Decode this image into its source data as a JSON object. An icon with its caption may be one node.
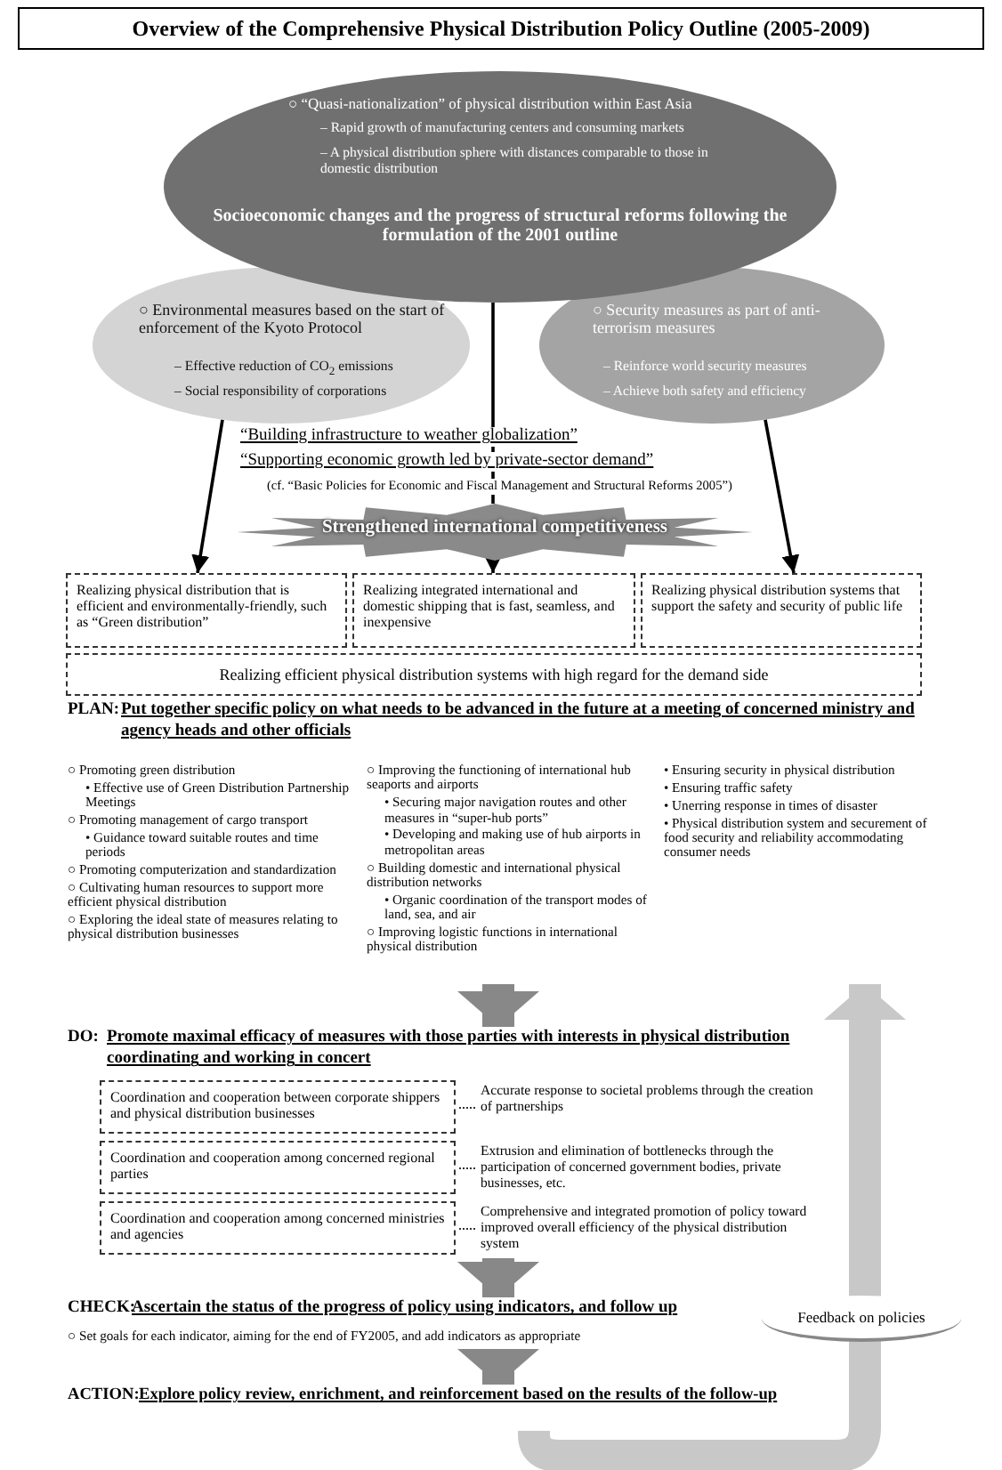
{
  "diagram": {
    "title": "Overview of the Comprehensive Physical Distribution Policy Outline (2005-2009)",
    "nodes": [
      {
        "text": [
          "○ “Quasi-nationalization” of physical distribution within East Asia",
          "– Rapid growth of manufacturing centers and consuming markets",
          "– A physical distribution sphere with distances comparable to those in domestic distribution",
          "Socioeconomic changes and the progress of structural reforms following the formulation of the 2001 outline"
        ]
      },
      {
        "text": [
          "○ Environmental measures based on the start of enforcement of the Kyoto Protocol",
          "– Effective reduction of CO$_{2}$ emissions",
          "– Social responsibility of corporations"
        ]
      },
      {
        "text": [
          "○ Security measures as part of anti-terrorism measures",
          "– Reinforce world security measures",
          "– Achieve both safety and efficiency"
        ]
      },
      {
        "text": [
          "Strengthened international competitiveness"
        ]
      },
      {
        "text": [
          "Realizing physical distribution that is efficient and environmentally-friendly, such as “Green distribution”"
        ]
      },
      {
        "text": [
          "Realizing integrated international and domestic shipping that is fast, seamless, and inexpensive"
        ]
      },
      {
        "text": [
          "Realizing physical distribution systems that support the safety and security of public life"
        ]
      },
      {
        "text": [
          "Realizing efficient physical distribution systems with high regard for the demand side"
        ]
      },
      {
        "text": [
          "PLAN:",
          "Put together specific policy on what needs to be advanced in the future at a meeting of concerned ministry and agency heads and other officials",
          "○ Promoting green distribution",
          "• Effective use of Green Distribution Partnership Meetings",
          "○ Promoting management of cargo transport",
          "• Guidance toward suitable routes and time periods",
          "○ Promoting computerization and standardization",
          "○ Cultivating human resources to support more efficient physical distribution",
          "○ Exploring the ideal state of measures relating to physical distribution businesses",
          "○ Improving the functioning of international hub seaports and airports",
          "• Securing major navigation routes and other measures in “super-hub ports”",
          "• Developing and making use of hub airports in metropolitan areas",
          "○ Building domestic and international physical distribution networks",
          "• Organic coordination of the transport modes of land, sea, and air",
          "○ Improving logistic functions in international physical distribution",
          "• Ensuring security in physical distribution",
          "• Ensuring traffic safety",
          "• Unerring response in times of disaster",
          "• Physical distribution system and securement of food security and reliability accommodating consumer needs"
        ]
      },
      {
        "text": [
          "DO:",
          "Promote maximal efficacy of measures with those parties with interests in physical distribution coordinating and working in concert"
        ]
      },
      {
        "text": [
          "Coordination and cooperation between corporate shippers and physical distribution businesses"
        ],
        "in": 9,
        "beside": [
          "Accurate response to societal problems through the creation of partnerships"
        ]
      },
      {
        "text": [
          "Coordination and cooperation among concerned regional parties"
        ],
        "in": 9,
        "beside": [
          "Extrusion and elimination of bottlenecks through the participation of concerned government bodies, private businesses, etc."
        ]
      },
      {
        "text": [
          "Coordination and cooperation among concerned ministries and agencies"
        ],
        "in": 9,
        "beside": [
          "Comprehensive and integrated promotion of policy toward improved overall efficiency of the physical distribution system"
        ]
      },
      {
        "text": [
          "CHECK:",
          "Ascertain the status of the progress of policy using indicators, and follow up",
          "○ Set goals for each indicator, aiming for the end of FY2005, and add indicators as appropriate"
        ]
      },
      {
        "text": [
          "ACTION:",
          "Explore policy review, enrichment, and reinforcement based on the results of the follow-up"
        ]
      }
    ],
    "edges": [
      {
        "from": 0,
        "to": 3,
        "arrow": "none"
      },
      {
        "from": 3,
        "to": 5,
        "arrow": "to"
      },
      {
        "from": 1,
        "to": 4,
        "arrow": "to"
      },
      {
        "from": 2,
        "to": 6,
        "arrow": "to"
      },
      {
        "from": 8,
        "to": 9,
        "arrow": "to",
        "style": "thick",
        "color": "#888888"
      },
      {
        "from": 9,
        "to": 13,
        "arrow": "to",
        "style": "thick",
        "color": "#888888"
      },
      {
        "from": 13,
        "to": 14,
        "arrow": "to",
        "style": "thick",
        "color": "#888888"
      },
      {
        "from": 14,
        "to": 8,
        "arrow": "to",
        "style": "thick",
        "color": "#c8c8c8",
        "label": "Feedback on policies"
      }
    ],
    "labels": [
      "“Building infrastructure to weather globalization”",
      "“Supporting economic growth led by private-sector demand”",
      "(cf. “Basic Policies for Economic and Fiscal Management and Structural Reforms 2005”)"
    ]
  }
}
